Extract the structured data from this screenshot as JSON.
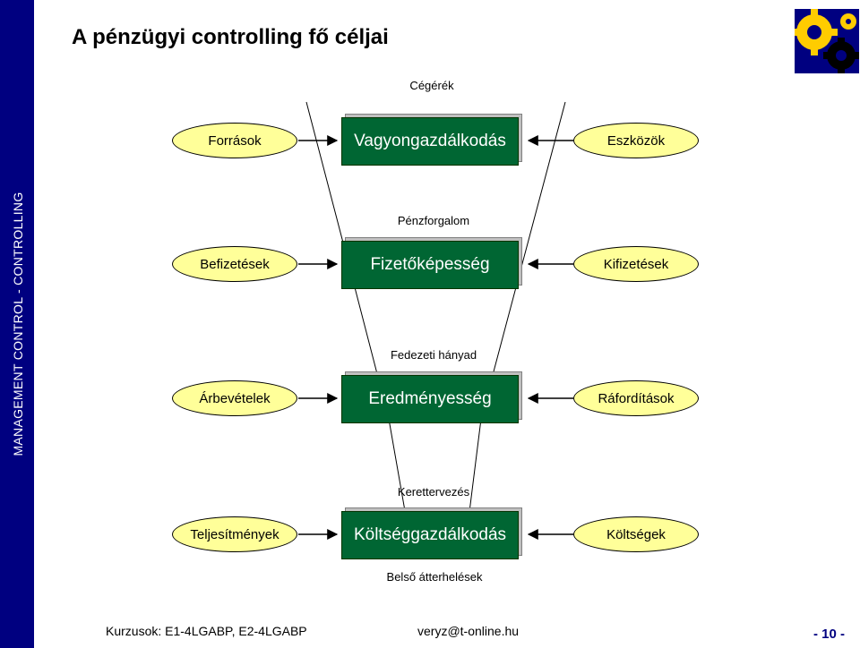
{
  "title": "A pénzügyi controlling fő céljai",
  "sidebar": {
    "text": "MANAGEMENT CONTROL - CONTROLLING"
  },
  "diagram": {
    "rows": [
      {
        "top_label": "Cégérék",
        "left": "Források",
        "center": "Vagyongazdálkodás",
        "right": "Eszközök"
      },
      {
        "top_label": "Pénzforgalom",
        "left": "Befizetések",
        "center": "Fizetőképesség",
        "right": "Kifizetések"
      },
      {
        "top_label": "Fedezeti hányad",
        "left": "Árbevételek",
        "center": "Eredményesség",
        "right": "Ráfordítások"
      },
      {
        "top_label": "Kerettervezés",
        "left": "Teljesítmények",
        "center": "Költséggazdálkodás",
        "right": "Költségek",
        "bottom_label": "Belső átterhelések"
      }
    ]
  },
  "footer": {
    "courses": "Kurzusok: E1-4LGABP, E2-4LGABP",
    "email": "veryz@t-online.hu",
    "page": "- 10 -"
  },
  "colors": {
    "sidebar": "#000080",
    "oval_fill": "#ffff99",
    "box_fill": "#006633",
    "box_text": "#ffffff",
    "page_number": "#000080"
  }
}
